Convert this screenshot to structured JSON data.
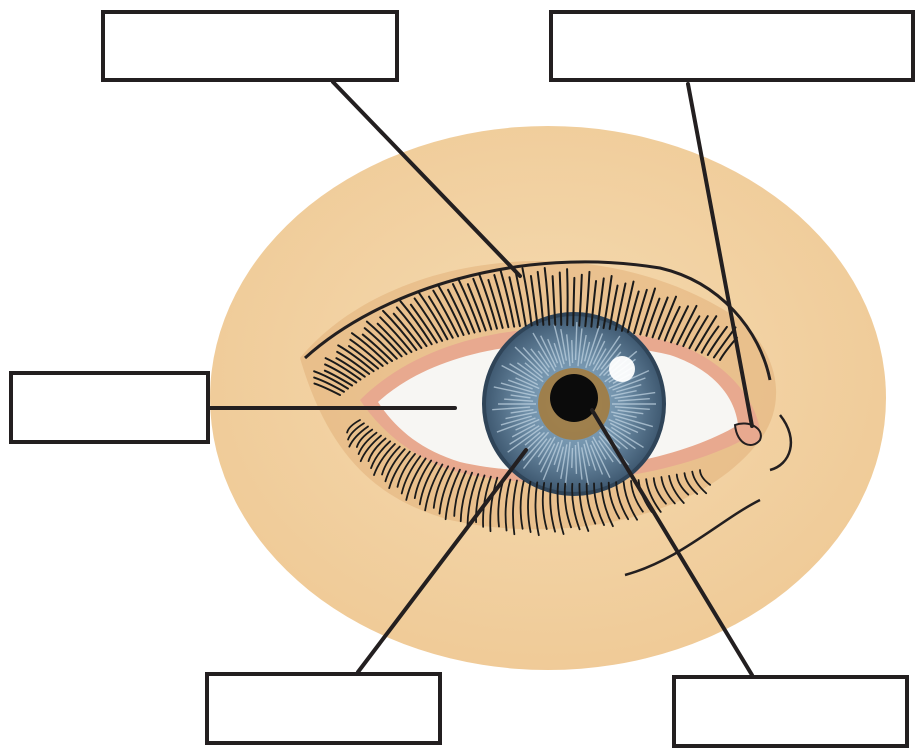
{
  "diagram": {
    "labels": [
      {
        "id": "top-left",
        "text": ""
      },
      {
        "id": "top-right",
        "text": ""
      },
      {
        "id": "left",
        "text": ""
      },
      {
        "id": "bottom-left",
        "text": ""
      },
      {
        "id": "bottom-right",
        "text": ""
      }
    ]
  },
  "colors": {
    "skin": "#f3d3a3",
    "skin_shadow": "#e2b17a",
    "sclera": "#f7f6f3",
    "iris": "#6f8fa8",
    "iris_dark": "#3e5870",
    "iris_ring": "#a57a3a",
    "pupil": "#0b0b0b",
    "line": "#231f20"
  }
}
